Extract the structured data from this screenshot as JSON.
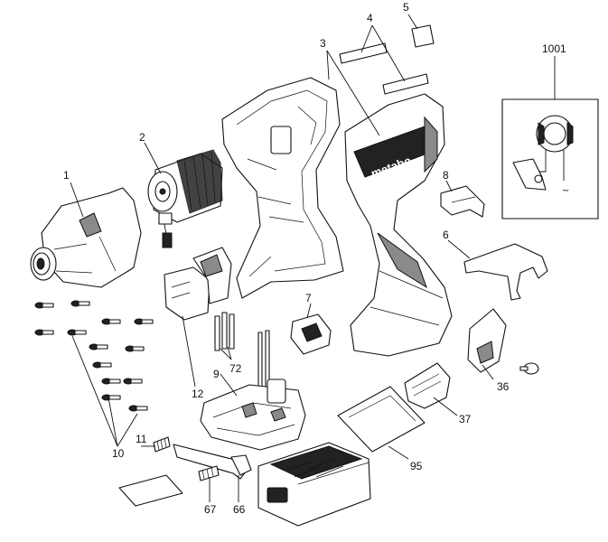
{
  "diagram": {
    "brand_label": "metabo",
    "callouts": [
      {
        "id": "1",
        "text": "1"
      },
      {
        "id": "2",
        "text": "2"
      },
      {
        "id": "3",
        "text": "3"
      },
      {
        "id": "4",
        "text": "4"
      },
      {
        "id": "5",
        "text": "5"
      },
      {
        "id": "1001",
        "text": "1001"
      },
      {
        "id": "8",
        "text": "8"
      },
      {
        "id": "6",
        "text": "6"
      },
      {
        "id": "7",
        "text": "7"
      },
      {
        "id": "72",
        "text": "72"
      },
      {
        "id": "12",
        "text": "12"
      },
      {
        "id": "9",
        "text": "9"
      },
      {
        "id": "36",
        "text": "36"
      },
      {
        "id": "37",
        "text": "37"
      },
      {
        "id": "11",
        "text": "11"
      },
      {
        "id": "10",
        "text": "10"
      },
      {
        "id": "95",
        "text": "95"
      },
      {
        "id": "67",
        "text": "67"
      },
      {
        "id": "66",
        "text": "66"
      }
    ]
  }
}
